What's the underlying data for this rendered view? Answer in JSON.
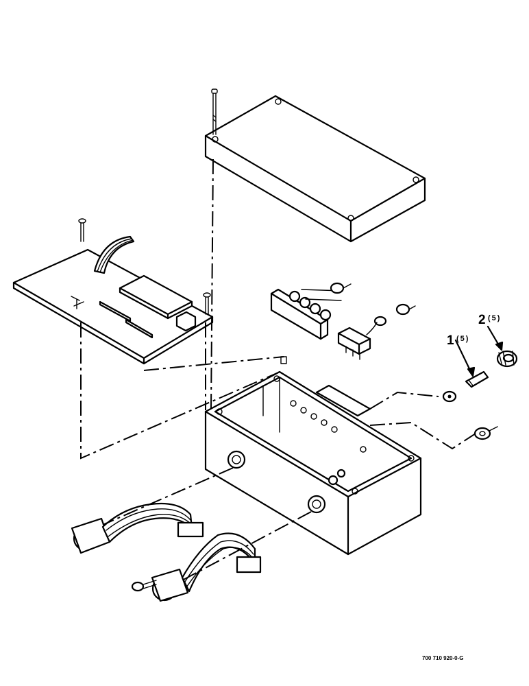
{
  "callouts": [
    {
      "id": "1",
      "label": "1",
      "qty": "(5)"
    },
    {
      "id": "2",
      "label": "2",
      "qty": "(5)"
    }
  ],
  "figure_number": "700 710 920-0-G"
}
